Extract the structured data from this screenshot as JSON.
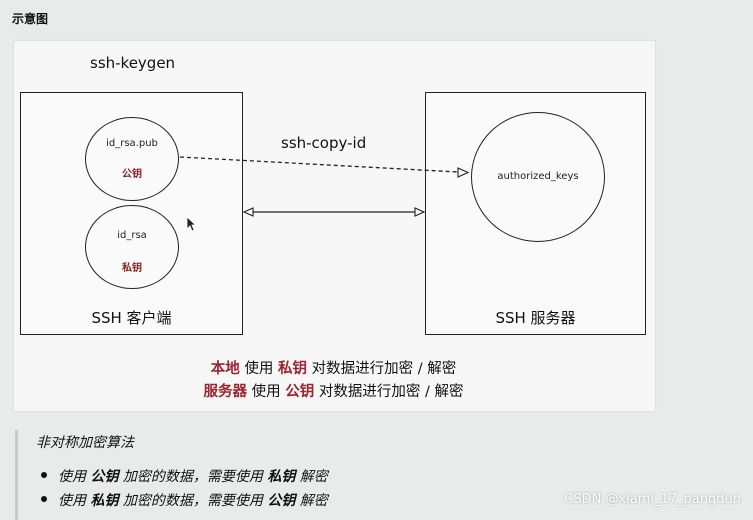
{
  "heading": "示意图",
  "diagram": {
    "keygen_label": "ssh-keygen",
    "copy_id_label": "ssh-copy-id",
    "client": {
      "label": "SSH 客户端",
      "pub_key": {
        "name": "id_rsa.pub",
        "sub": "公钥"
      },
      "priv_key": {
        "name": "id_rsa",
        "sub": "私钥"
      }
    },
    "server": {
      "label": "SSH 服务器",
      "authorized": {
        "name": "authorized_keys"
      }
    },
    "notes": [
      {
        "h1": "本地",
        "t1": " 使用 ",
        "h2": "私钥",
        "t2": " 对数据进行加密 / 解密"
      },
      {
        "h1": "服务器",
        "t1": " 使用 ",
        "h2": "公钥",
        "t2": " 对数据进行加密 / 解密"
      }
    ]
  },
  "algo": {
    "title": "非对称加密算法",
    "items": [
      {
        "p1": "使用 ",
        "k1": "公钥",
        "p2": " 加密的数据，需要使用 ",
        "k2": "私钥",
        "p3": " 解密"
      },
      {
        "p1": "使用 ",
        "k1": "私钥",
        "p2": " 加密的数据，需要使用 ",
        "k2": "公钥",
        "p3": " 解密"
      }
    ]
  },
  "watermark": "CSDN @xiami_17_pangdun",
  "colors": {
    "highlight": "#9c2430",
    "sub_label": "#8a2323",
    "stroke": "#222222"
  }
}
